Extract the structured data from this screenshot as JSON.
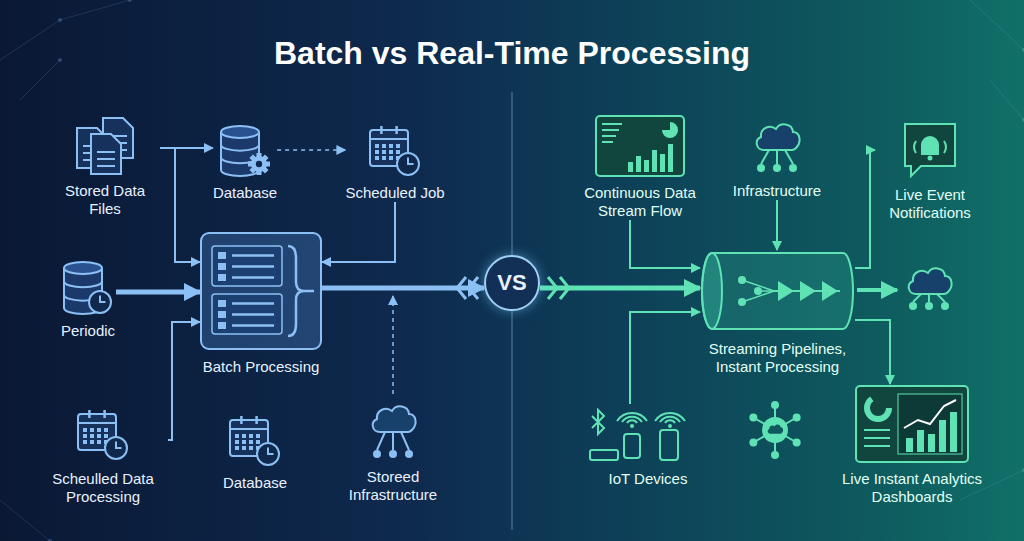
{
  "diagram": {
    "title": "Batch vs Real-Time Processing",
    "nodes": [
      {
        "text": [
          "Stored Data Files"
        ]
      },
      {
        "text": [
          "Database"
        ]
      },
      {
        "text": [
          "Scheduled Job"
        ]
      },
      {
        "text": [
          "Periodic"
        ]
      },
      {
        "text": [
          "Batch Processing"
        ]
      },
      {
        "text": [
          "VS"
        ]
      },
      {
        "text": [
          "Scheulled Data Processing"
        ]
      },
      {
        "text": [
          "Database"
        ]
      },
      {
        "text": [
          "Storeed Infrastructure"
        ]
      },
      {
        "text": [
          "Continuous Data Stream Flow"
        ]
      },
      {
        "text": [
          "Infrastructure"
        ]
      },
      {
        "text": [
          "Live Event Notifications"
        ]
      },
      {
        "text": [
          "Streaming Pipelines, Instant Processing"
        ]
      },
      {
        "text": [
          "IoT Devices"
        ]
      },
      {
        "text": [
          "Live Instant Analytics Dashboards"
        ]
      }
    ],
    "edges": [
      {
        "from": 0,
        "to": 1,
        "arrow": "to"
      },
      {
        "from": 0,
        "to": 4,
        "arrow": "to"
      },
      {
        "from": 1,
        "to": 2,
        "arrow": "to"
      },
      {
        "from": 2,
        "to": 4,
        "arrow": "to"
      },
      {
        "from": 3,
        "to": 4,
        "arrow": "to"
      },
      {
        "from": 6,
        "to": 4,
        "arrow": "to"
      },
      {
        "from": 4,
        "to": 5,
        "arrow": "to"
      },
      {
        "from": 5,
        "to": 12,
        "arrow": "to"
      },
      {
        "from": 9,
        "to": 12,
        "arrow": "to"
      },
      {
        "from": 10,
        "to": 12,
        "arrow": "to"
      },
      {
        "from": 13,
        "to": 12,
        "arrow": "to"
      },
      {
        "from": 12,
        "to": 11,
        "arrow": "to"
      },
      {
        "from": 12,
        "to": 14,
        "arrow": "to"
      }
    ]
  }
}
